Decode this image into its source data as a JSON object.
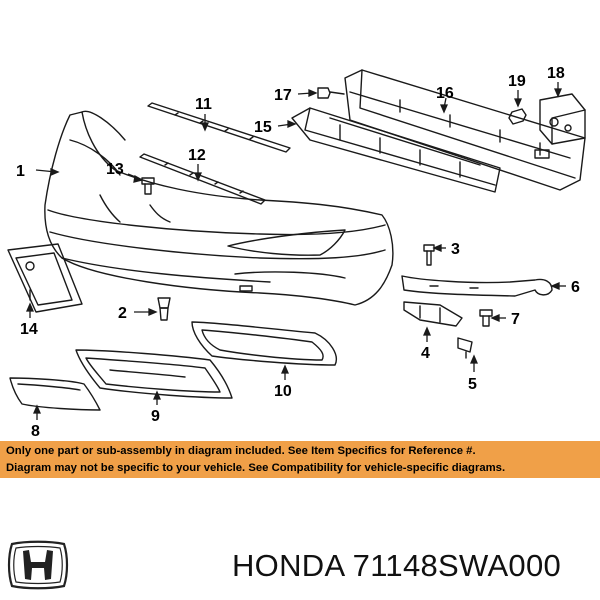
{
  "callouts": [
    "1",
    "2",
    "3",
    "4",
    "5",
    "6",
    "7",
    "8",
    "9",
    "10",
    "11",
    "12",
    "13",
    "14",
    "15",
    "16",
    "17",
    "18",
    "19"
  ],
  "disclaimer": {
    "line1": "Only one part or sub-assembly in diagram included. See Item Specifics for Reference #.",
    "line2": "Diagram may not be specific to your vehicle. See Compatibility for vehicle-specific diagrams."
  },
  "footer": {
    "logo_icon": "honda-h-logo-icon",
    "part_title": "HONDA 71148SWA000"
  },
  "colors": {
    "banner": "#f0a048",
    "line": "#1a1a1a"
  }
}
